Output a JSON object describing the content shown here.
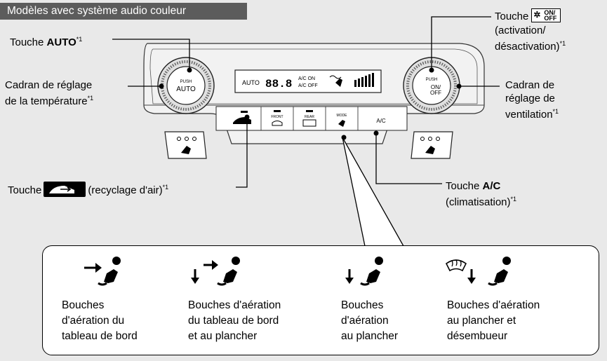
{
  "header": {
    "title": "Modèles avec système audio couleur"
  },
  "labels": {
    "auto": {
      "prefix": "Touche ",
      "key": "AUTO",
      "note": "*1"
    },
    "onoff": {
      "prefix": "Touche",
      "line2": "(activation/",
      "line3": "désactivation)",
      "note": "*1",
      "icon_text_top": "ON/",
      "icon_text_bottom": "OFF"
    },
    "temp": {
      "line1": "Cadran de réglage",
      "line2": "de la température",
      "note": "*1"
    },
    "fan": {
      "line1": "Cadran de",
      "line2": "réglage de",
      "line3": "ventilation",
      "note": "*1"
    },
    "recirc": {
      "prefix": "Touche",
      "suffix": "(recyclage d'air)",
      "note": "*1"
    },
    "ac": {
      "prefix": "Touche ",
      "key": "A/C",
      "line2": "(climatisation)",
      "note": "*1"
    }
  },
  "panel": {
    "left_knob_text1": "PUSH",
    "left_knob_text2": "AUTO",
    "right_knob_text1": "PUSH",
    "right_knob_text2": "ON/",
    "right_knob_text3": "OFF",
    "display_auto": "AUTO",
    "display_temp": "88.8",
    "display_ac_on": "A/C ON",
    "display_ac_off": "A/C OFF",
    "btn_front": "FRONT",
    "btn_rear": "REAR",
    "btn_mode": "MODE",
    "btn_ac": "A/C"
  },
  "modes": [
    {
      "line1": "Bouches",
      "line2": "d'aération du",
      "line3": "tableau de bord",
      "icon": "dashboard-vent-icon"
    },
    {
      "line1": "Bouches d'aération",
      "line2": "du tableau de bord",
      "line3": "et au plancher",
      "icon": "dashboard-floor-vent-icon"
    },
    {
      "line1": "Bouches",
      "line2": "d'aération",
      "line3": "au plancher",
      "icon": "floor-vent-icon"
    },
    {
      "line1": "Bouches d'aération",
      "line2": "au plancher et",
      "line3": "désembueur",
      "icon": "floor-defrost-vent-icon"
    }
  ]
}
